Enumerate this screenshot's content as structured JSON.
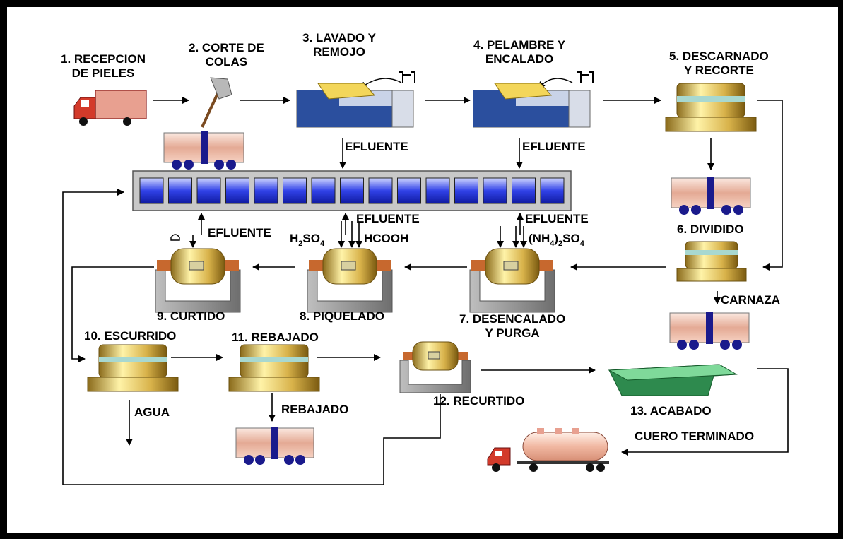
{
  "labels": {
    "step1": [
      "1. RECEPCION",
      "DE PIELES"
    ],
    "step2": [
      "2. CORTE DE",
      "COLAS"
    ],
    "step3": [
      "3. LAVADO Y",
      "REMOJO"
    ],
    "step4": [
      "4. PELAMBRE Y",
      "ENCALADO"
    ],
    "step5": [
      "5. DESCARNADO",
      "Y RECORTE"
    ],
    "step6": "6. DIVIDIDO",
    "step7": [
      "7. DESENCALADO",
      "Y PURGA"
    ],
    "step8": "8. PIQUELADO",
    "step9": "9. CURTIDO",
    "step10": "10. ESCURRIDO",
    "step11": "11. REBAJADO",
    "step12": "12. RECURTIDO",
    "step13": "13. ACABADO"
  },
  "streams": {
    "efluente": "EFLUENTE",
    "carnaza": "CARNAZA",
    "agua": "AGUA",
    "rebajado": "REBAJADO",
    "cuero_terminado": "CUERO TERMINADO",
    "hcooh": "HCOOH",
    "h2so4": {
      "a": "H",
      "b": "2",
      "c": "SO",
      "d": "4"
    },
    "nh4so4": {
      "a": "(NH",
      "b": "4",
      "c": ")",
      "d": "2",
      "e": "SO",
      "f": "4"
    }
  },
  "colors": {
    "frame_border": "#000000",
    "truck_red": "#c0392b",
    "drum_gold": "#d9c46a",
    "tank_blue": "#2233cc",
    "wash_blue": "#2b4f9e",
    "acabado_green": "#2e8a4e",
    "trailer_pink": "#e8b6a6"
  }
}
